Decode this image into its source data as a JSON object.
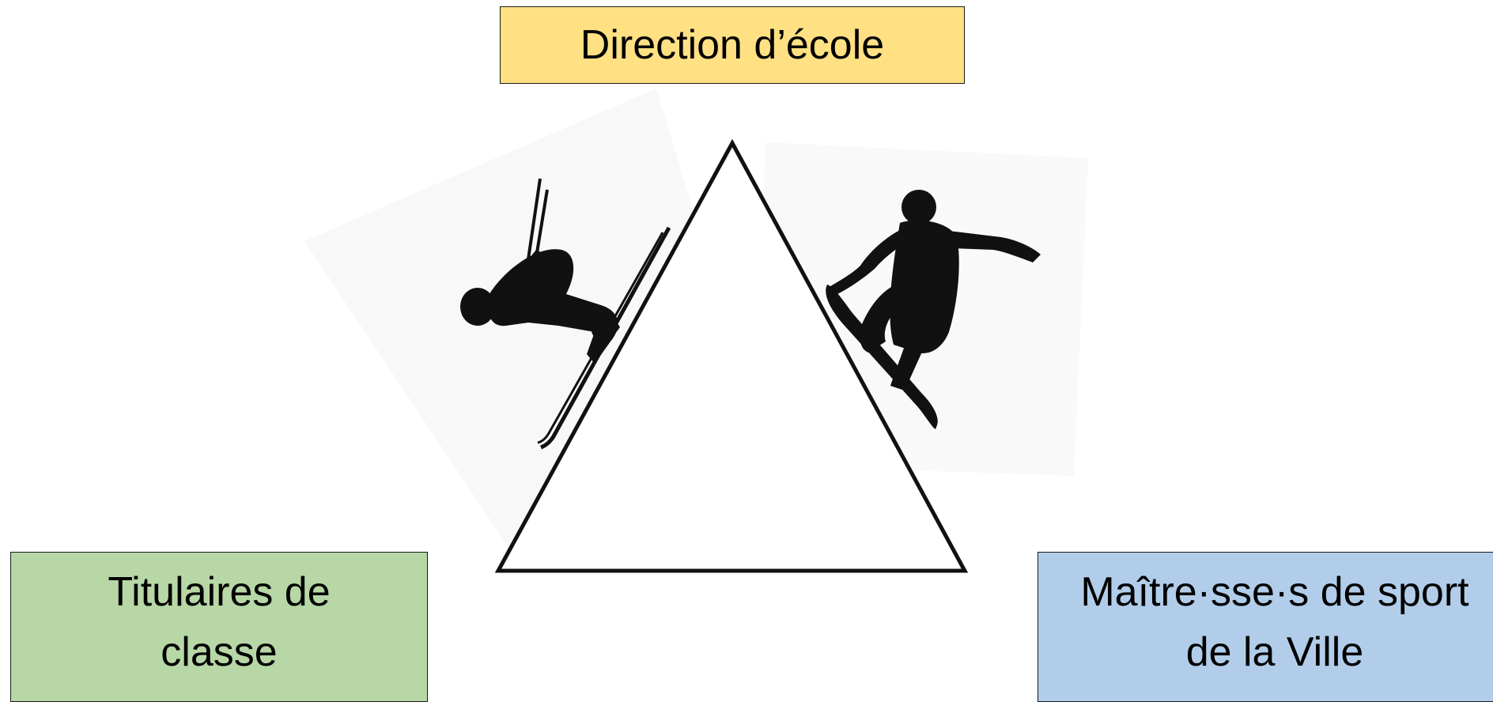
{
  "roles": {
    "top": {
      "label": "Direction d’école"
    },
    "left": {
      "label": "Titulaires de\nclasse"
    },
    "right": {
      "label": "Maître·sse·s de sport\nde la Ville"
    }
  },
  "colors": {
    "top_fill": "#ffe083",
    "left_fill": "#b7d7a6",
    "right_fill": "#b1cde9",
    "triangle_stroke": "#111111",
    "silhouette": "#111111",
    "photo_backdrop": "#f8f8f8"
  },
  "illustrations": {
    "left": "skier-silhouette-icon",
    "right": "snowboarder-silhouette-icon"
  }
}
